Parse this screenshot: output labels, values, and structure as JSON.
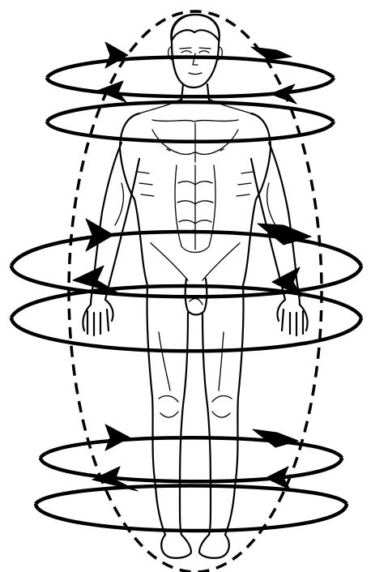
{
  "figure": {
    "subject": "human-body-front-view",
    "ring_levels": [
      "head",
      "hips",
      "ankles"
    ],
    "boundary": "dashed-ellipse",
    "rotation_arrows": "counter-clockwise-pairs",
    "colors": {
      "ink": "#000000",
      "background": "#ffffff"
    }
  }
}
